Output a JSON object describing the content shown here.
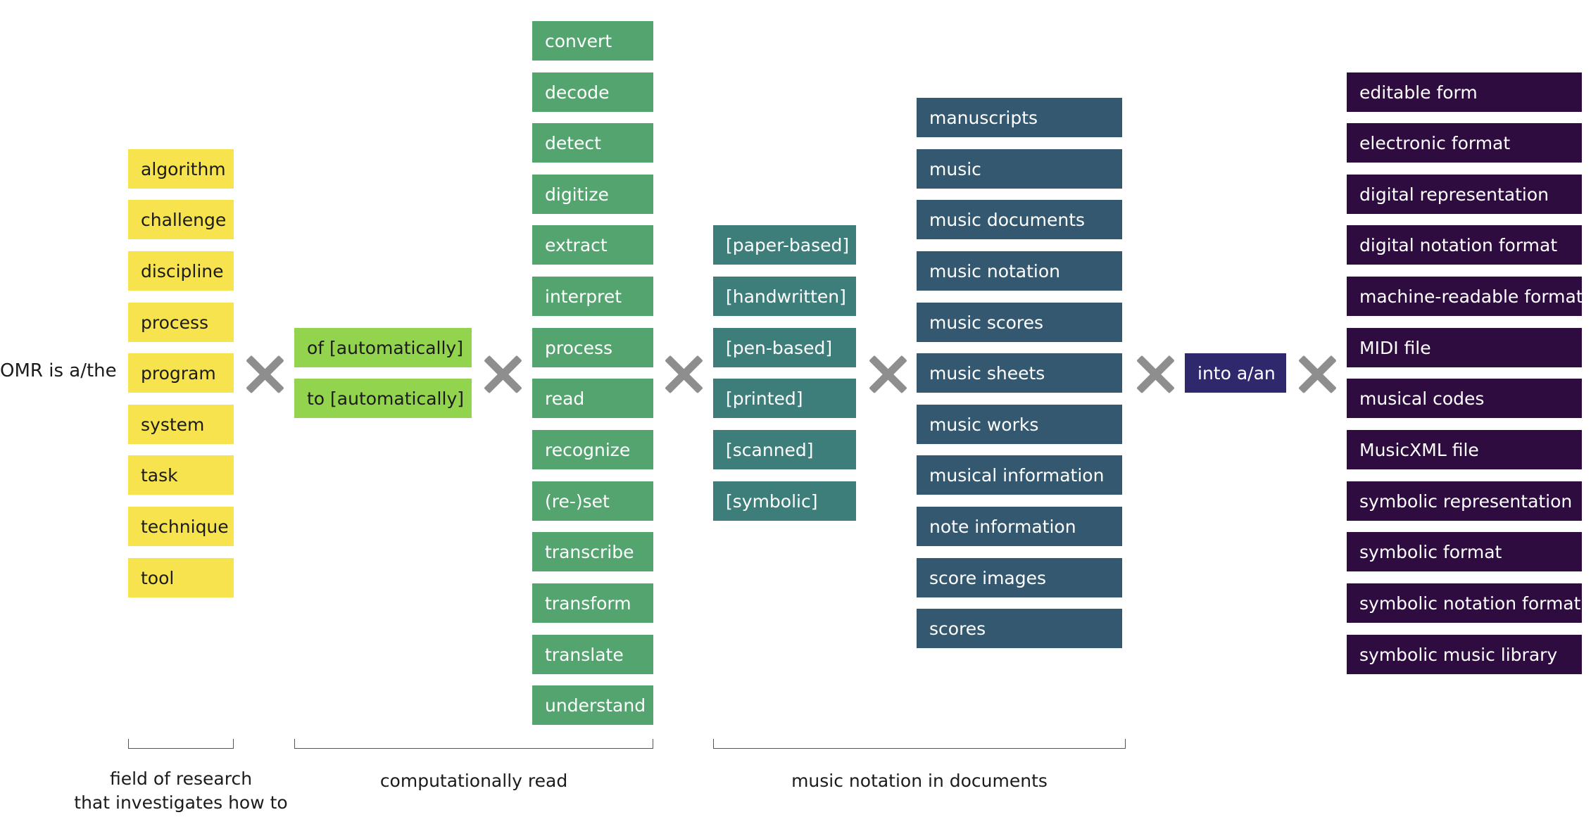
{
  "start_label": "OMR is a/the",
  "columns": {
    "field": [
      "algorithm",
      "challenge",
      "discipline",
      "process",
      "program",
      "system",
      "task",
      "technique",
      "tool"
    ],
    "manner": [
      "of [automatically]",
      "to [automatically]"
    ],
    "verbs": [
      "convert",
      "decode",
      "detect",
      "digitize",
      "extract",
      "interpret",
      "process",
      "read",
      "recognize",
      "(re-)set",
      "transcribe",
      "transform",
      "translate",
      "understand"
    ],
    "modifiers": [
      "[paper-based]",
      "[handwritten]",
      "[pen-based]",
      "[printed]",
      "[scanned]",
      "[symbolic]"
    ],
    "objects": [
      "manuscripts",
      "music",
      "music documents",
      "music notation",
      "music scores",
      "music sheets",
      "music works",
      "musical information",
      "note information",
      "score images",
      "scores"
    ],
    "connector": [
      "into a/an"
    ],
    "targets": [
      "editable form",
      "electronic format",
      "digital representation",
      "digital notation format",
      "machine-readable format",
      "MIDI file",
      "musical codes",
      "MusicXML file",
      "symbolic representation",
      "symbolic format",
      "symbolic notation format",
      "symbolic music library"
    ]
  },
  "brackets": {
    "field": [
      "field of research",
      "that investigates how to"
    ],
    "read": "computationally read",
    "notation": "music notation in documents"
  },
  "colors": {
    "field": "#f6e34e",
    "manner": "#93d44e",
    "verbs": "#54a46f",
    "modifiers": "#3e7e7a",
    "objects": "#33586f",
    "connector": "#30286c",
    "targets": "#2f0c40",
    "cross": "#8e8e8e"
  }
}
